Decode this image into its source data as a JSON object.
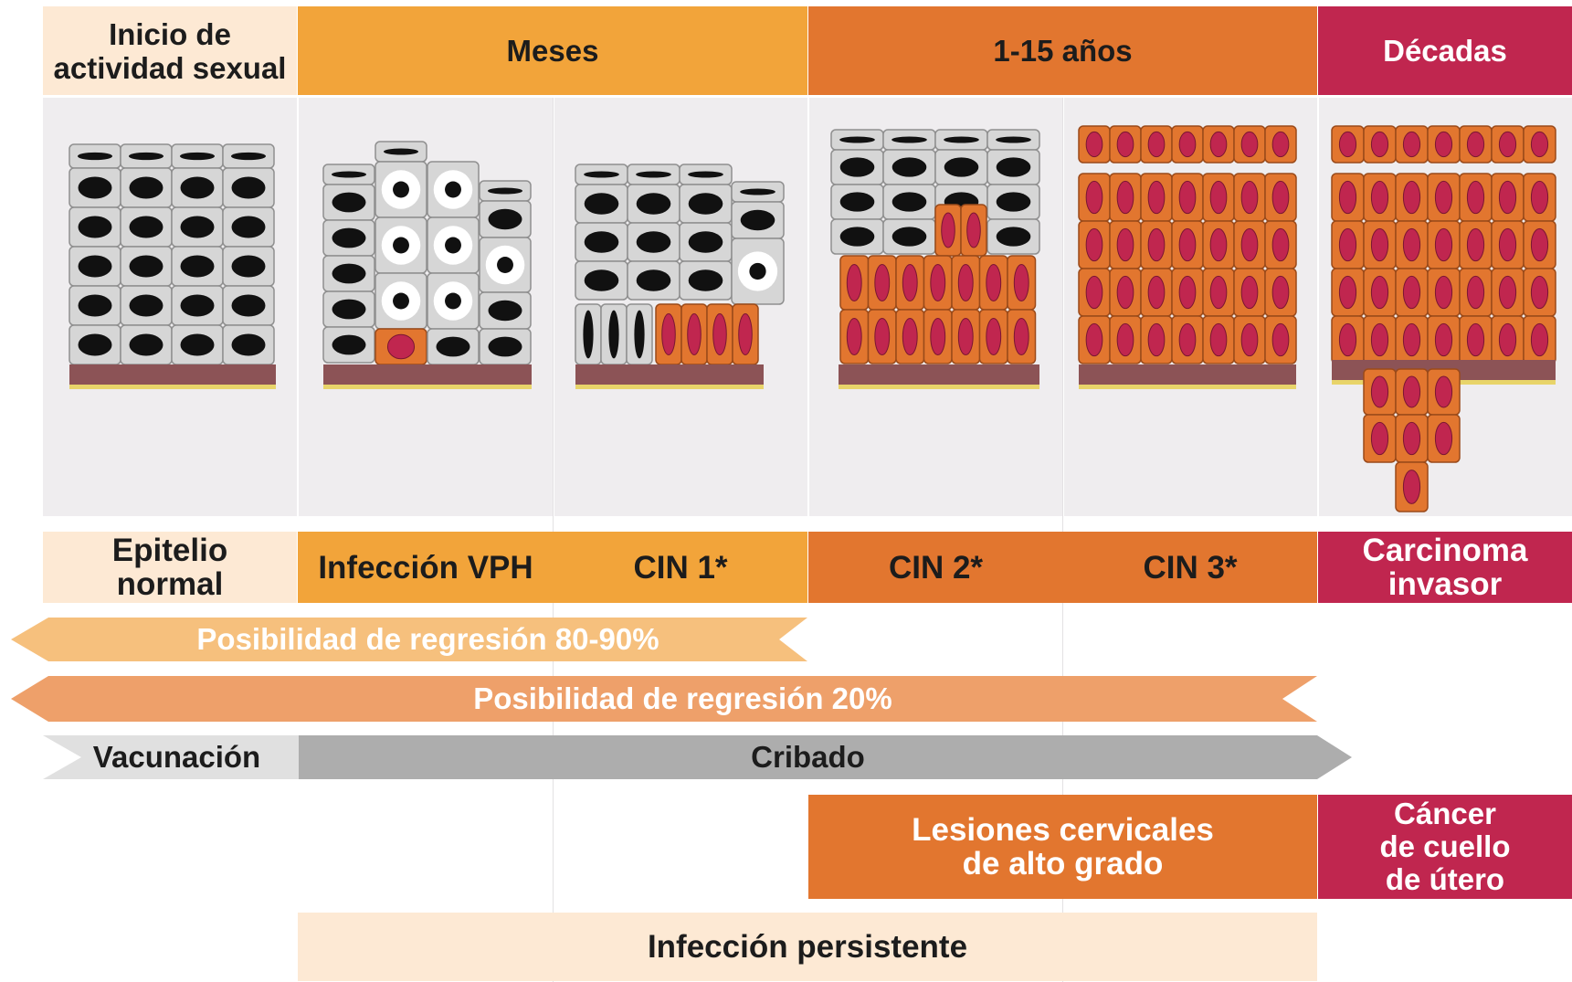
{
  "header": {
    "col1": "Inicio de\nactividad sexual",
    "col2": "Meses",
    "col3": "1-15 años",
    "col4": "Décadas"
  },
  "stages": {
    "normal": "Epitelio\nnormal",
    "infection": "Infección VPH",
    "cin1": "CIN 1*",
    "cin2": "CIN 2*",
    "cin3": "CIN 3*",
    "carcinoma": "Carcinoma\ninvasor"
  },
  "arrows": {
    "regression_high": "Posibilidad de regresión 80-90%",
    "regression_low": "Posibilidad de regresión 20%",
    "vaccination": "Vacunación",
    "screening": "Cribado"
  },
  "boxes": {
    "high_grade": "Lesiones cervicales\nde alto grado",
    "cancer": "Cáncer\nde cuello\nde útero",
    "persistent": "Infección persistente"
  },
  "colors": {
    "cream": "#fde9d4",
    "light_orange": "#f2a43a",
    "dark_orange": "#e2762f",
    "crimson": "#c0264f",
    "arrow_light": "#f6c07d",
    "arrow_mid": "#eea06a",
    "gray_light": "#e0e0e0",
    "gray_mid": "#adadad",
    "cell_gray": "#d6d6d6",
    "cell_orange": "#e2762f",
    "nucleus_red": "#c0264f"
  },
  "icons": {
    "cells": "epithelium-cell-diagram"
  }
}
